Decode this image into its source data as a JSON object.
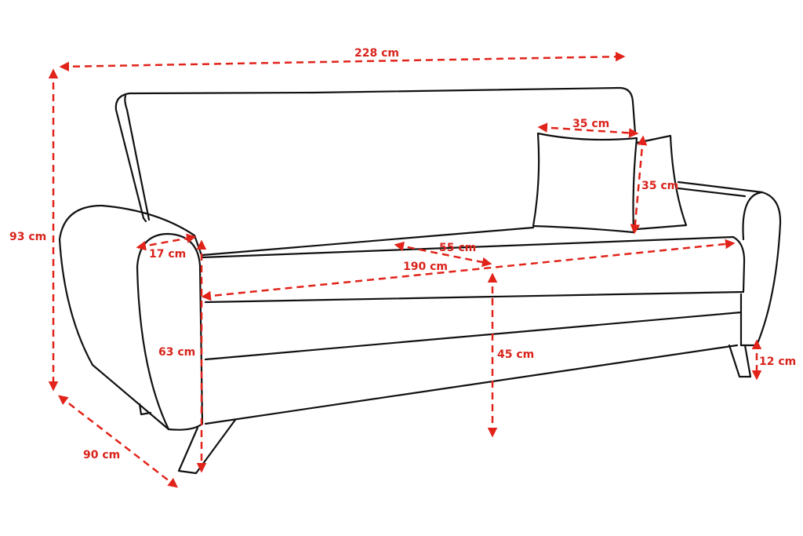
{
  "title_hidden": null,
  "dimensions": {
    "overall_width": "228 cm",
    "overall_height": "93 cm",
    "depth": "90 cm",
    "arm_width": "17 cm",
    "arm_height": "63 cm",
    "seat_depth": "55 cm",
    "seat_width": "190 cm",
    "seat_height": "45 cm",
    "pillow_width": "35 cm",
    "pillow_height": "35 cm",
    "leg_height": "12 cm"
  },
  "colors": {
    "dimension": "#e2231a",
    "outline": "#111111"
  }
}
